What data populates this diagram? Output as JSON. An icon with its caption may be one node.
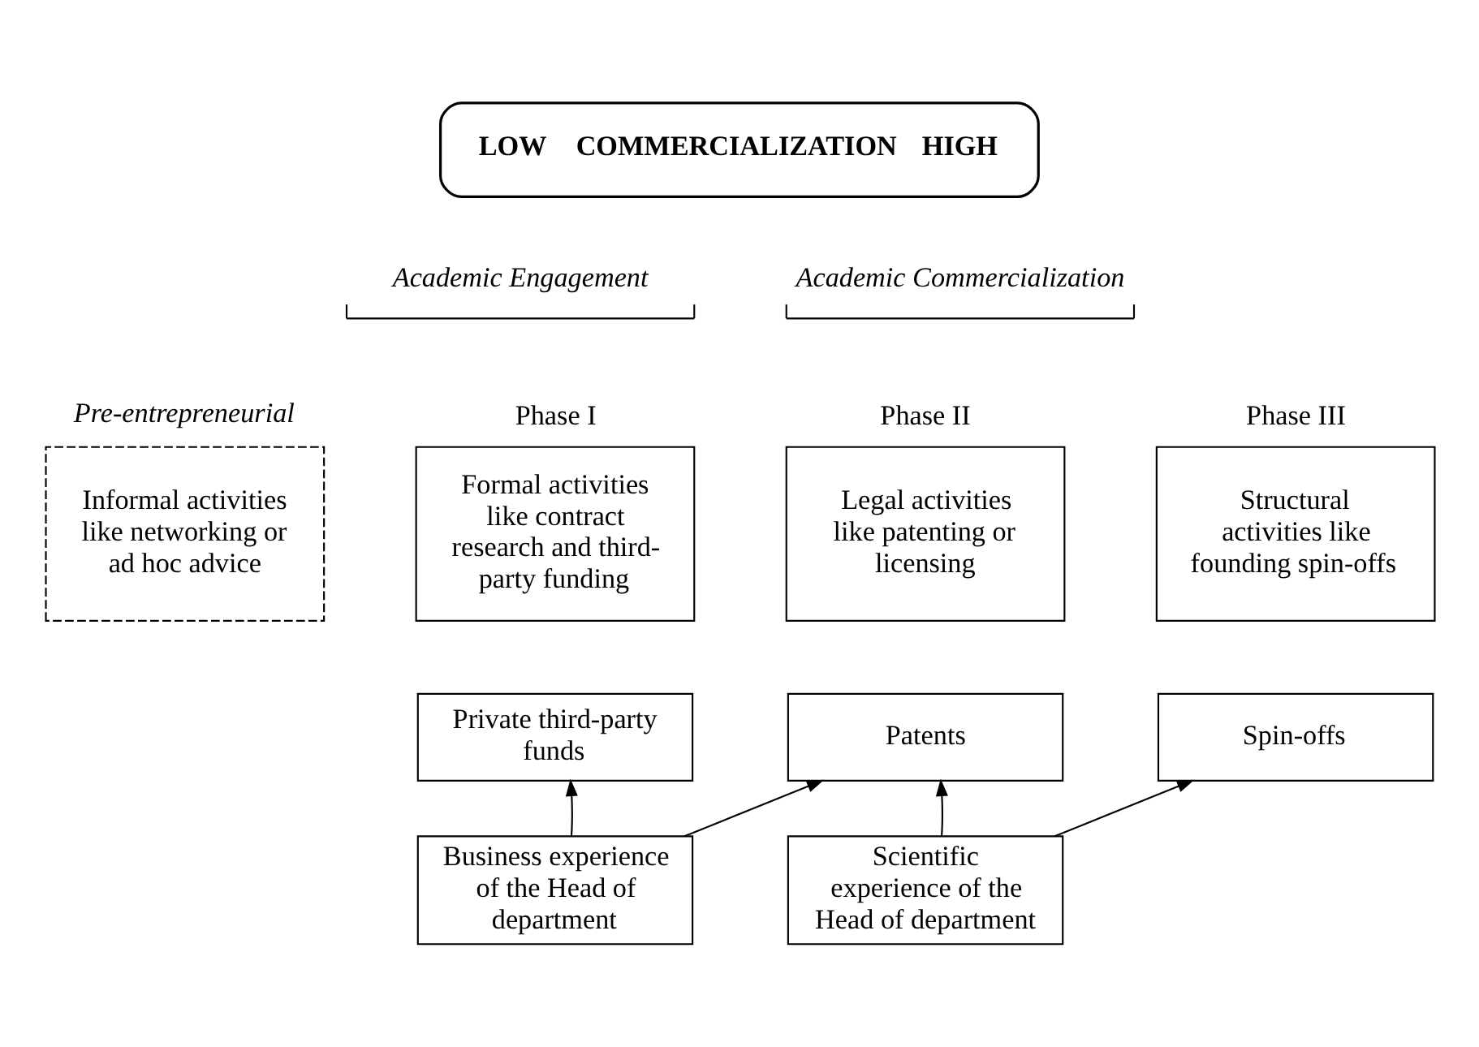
{
  "diagram": {
    "nodes": [
      {
        "text": [
          "LOW",
          "COMMERCIALIZATION",
          "HIGH"
        ]
      },
      {
        "text": [
          "Pre-entrepreneurial",
          "Informal activities like networking or ad hoc advice"
        ]
      },
      {
        "text": [
          "Phase I",
          "Formal activities like contract research and third-party funding"
        ]
      },
      {
        "text": [
          "Phase II",
          "Legal activities like patenting or licensing"
        ]
      },
      {
        "text": [
          "Phase III",
          "Structural activities like founding spin-offs"
        ]
      },
      {
        "text": [
          "Private third-party funds"
        ]
      },
      {
        "text": [
          "Patents"
        ]
      },
      {
        "text": [
          "Spin-offs"
        ]
      },
      {
        "text": [
          "Business experience of the Head of department"
        ]
      },
      {
        "text": [
          "Scientific experience of the Head of department"
        ]
      }
    ],
    "edges": [
      {
        "from": 8,
        "to": 5,
        "arrow": "to"
      },
      {
        "from": 8,
        "to": 6,
        "arrow": "to"
      },
      {
        "from": 9,
        "to": 6,
        "arrow": "to"
      },
      {
        "from": 9,
        "to": 7,
        "arrow": "to"
      }
    ],
    "labels": [
      "Academic Engagement",
      "Academic Commercialization"
    ]
  }
}
